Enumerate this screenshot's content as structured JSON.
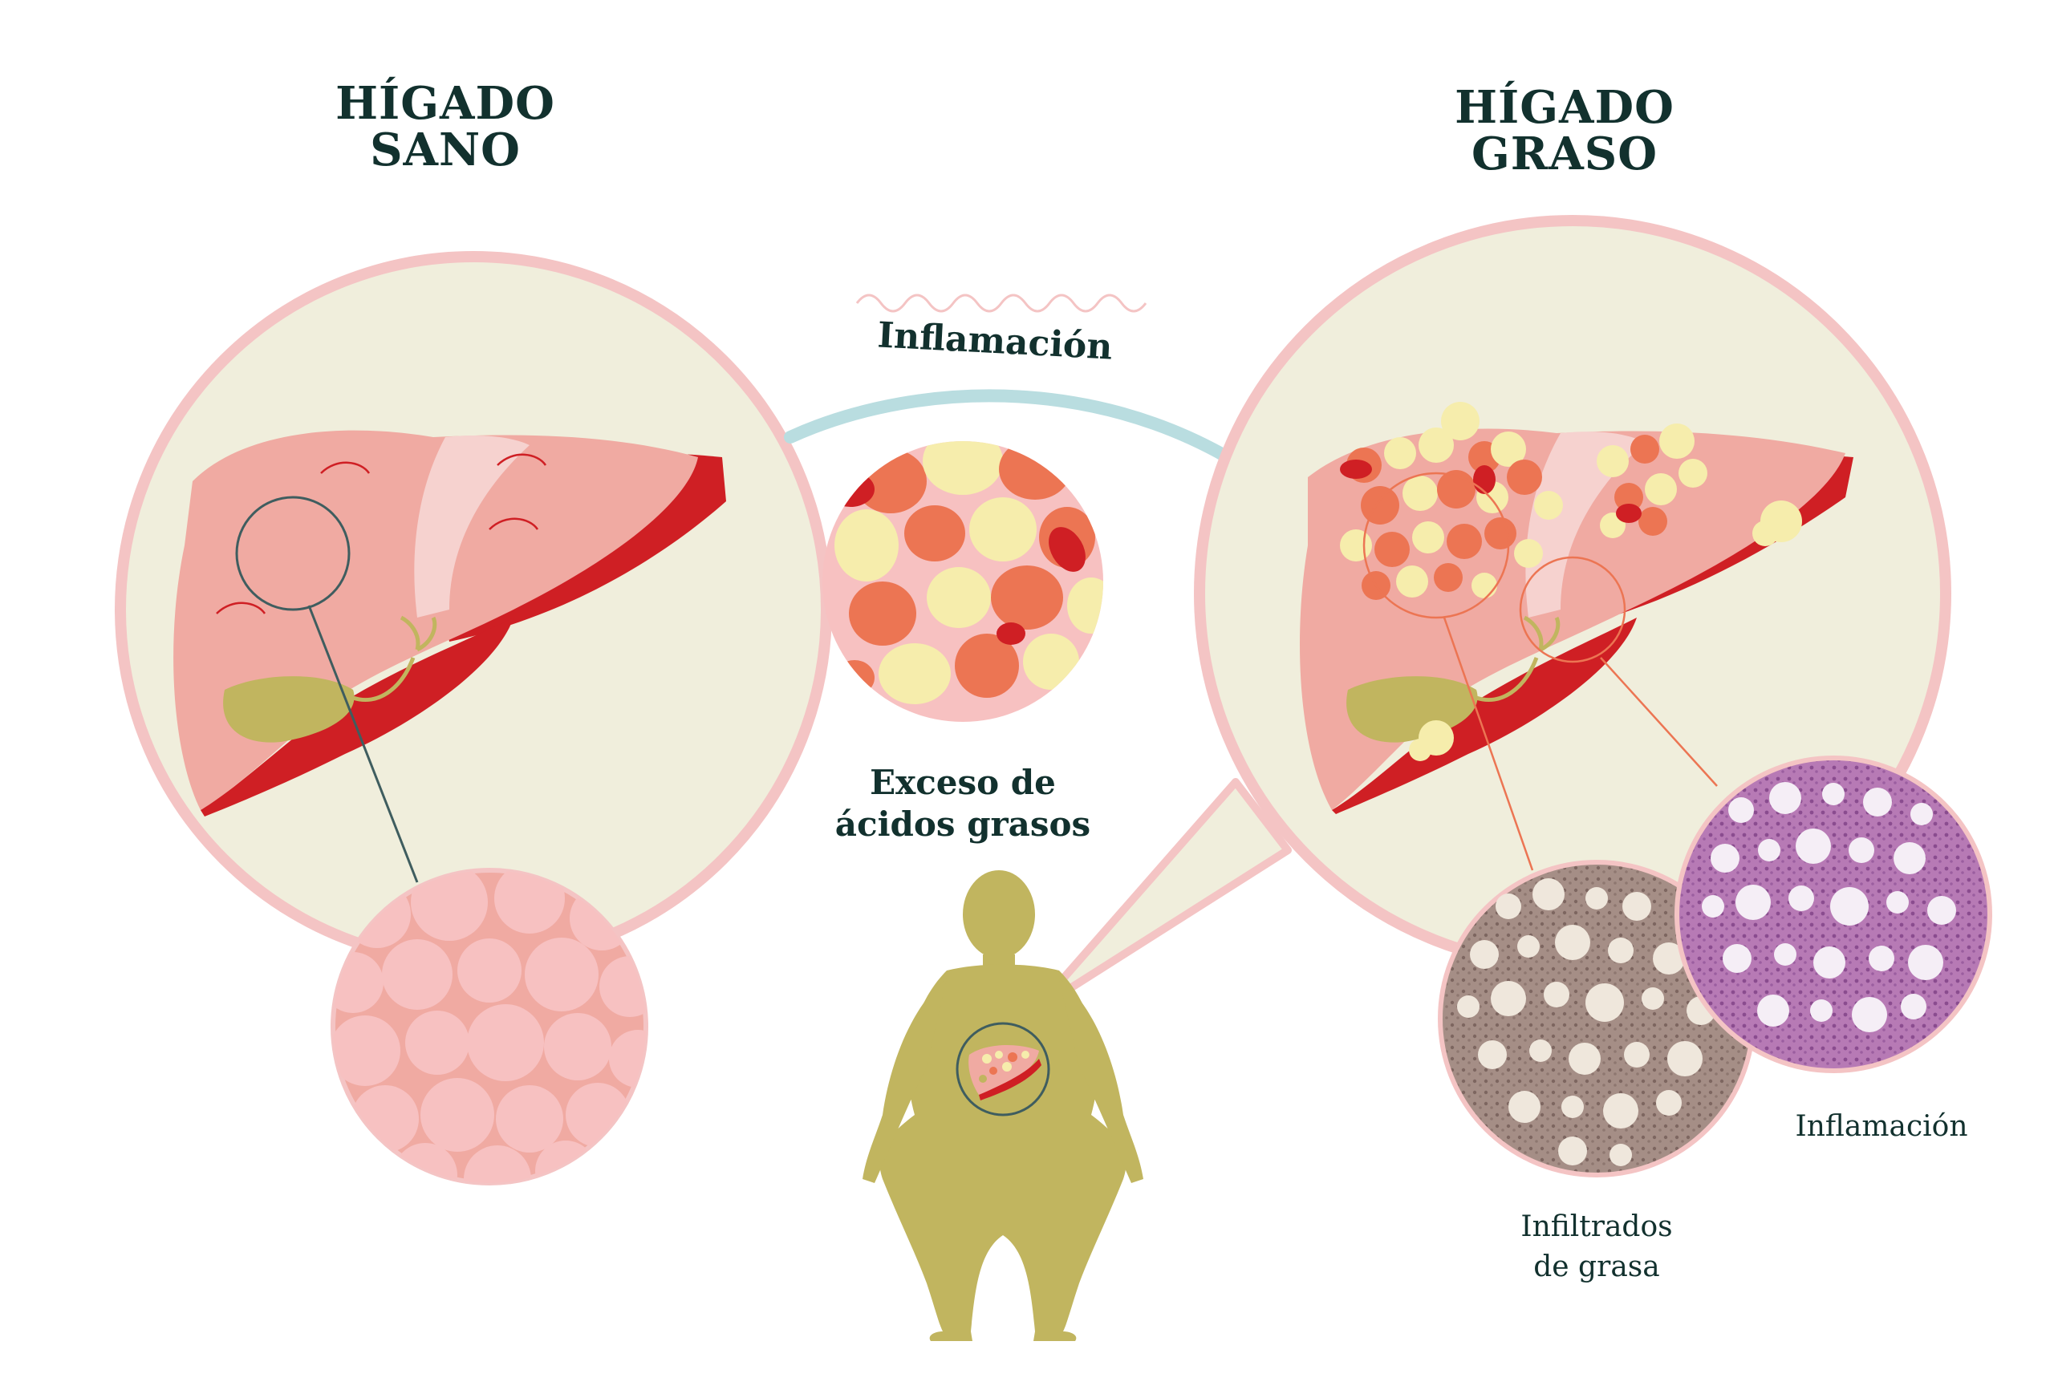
{
  "titles": {
    "healthy": [
      "HÍGADO",
      "SANO"
    ],
    "fatty": [
      "HÍGADO",
      "GRASO"
    ]
  },
  "arrow_label": "Inflamación",
  "center_caption": [
    "Exceso de",
    "ácidos grasos"
  ],
  "micro_labels": {
    "infiltrates": [
      "Infiltrados",
      "de grasa"
    ],
    "inflammation": "Inflamación"
  },
  "colors": {
    "circle_fill": "#f0eedc",
    "circle_ring": "#f4c4c4",
    "liver_pink": "#f0aaa2",
    "liver_red": "#cf1f24",
    "gallbladder": "#c1b55f",
    "fat_yellow": "#f6edac",
    "cell_orange": "#ec7553",
    "arrow": "#b9dde0",
    "title_text": "#12312e"
  }
}
